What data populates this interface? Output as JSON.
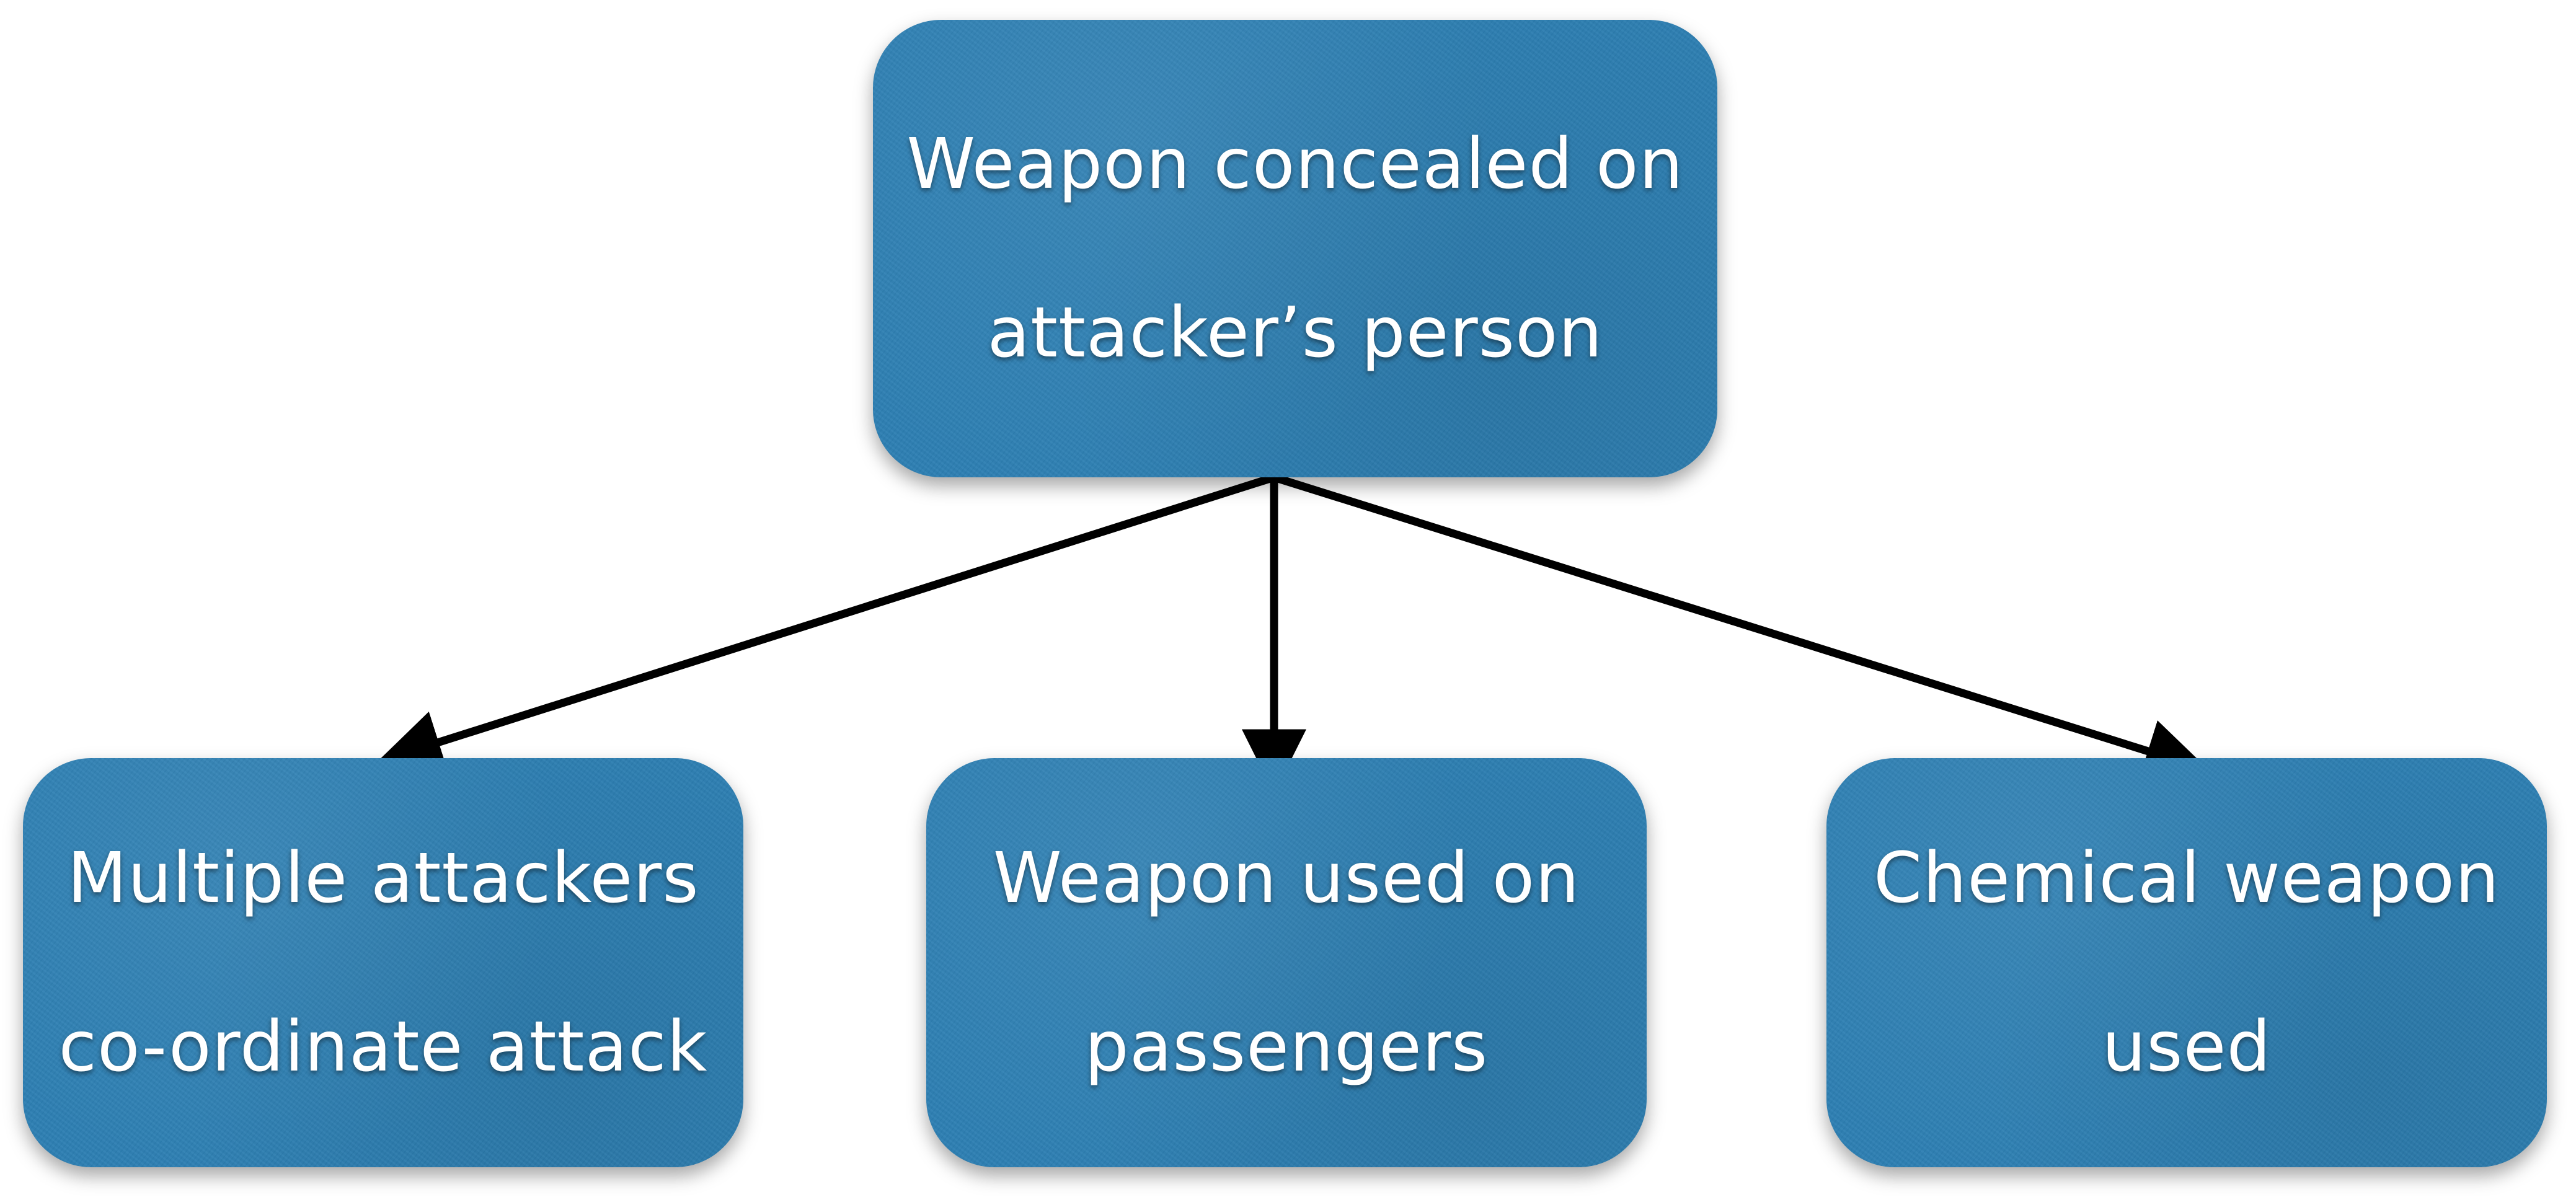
{
  "diagram": {
    "nodes": [
      {
        "id": "top",
        "label": "Weapon concealed on\nattacker’s person"
      },
      {
        "id": "left",
        "label": "Multiple attackers\nco-ordinate attack"
      },
      {
        "id": "center",
        "label": "Weapon used on\npassengers"
      },
      {
        "id": "right",
        "label": "Chemical weapon\nused"
      }
    ],
    "edges": [
      {
        "from": "top",
        "to": "left"
      },
      {
        "from": "top",
        "to": "center"
      },
      {
        "from": "top",
        "to": "right"
      }
    ],
    "colors": {
      "node_fill": "#2d7fb3",
      "node_text": "#ffffff",
      "arrow": "#000000"
    }
  }
}
